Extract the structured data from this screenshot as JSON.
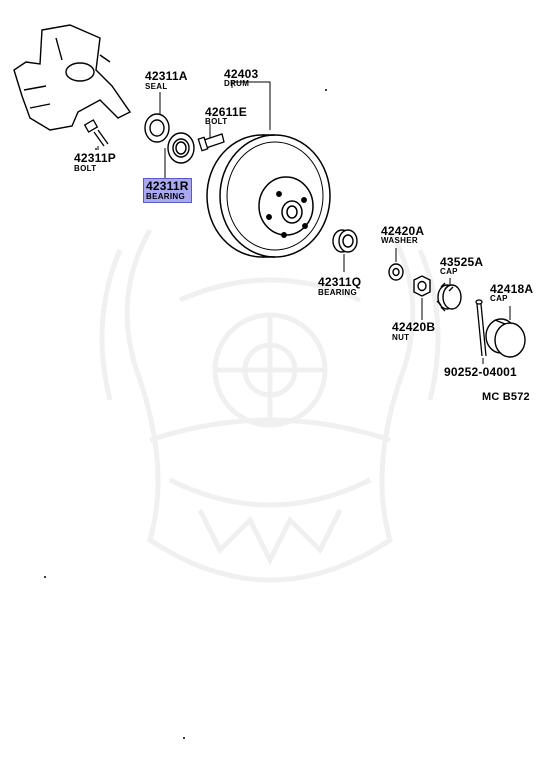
{
  "diagram": {
    "code": "MC  B572",
    "parts": [
      {
        "number": "42311A",
        "name": "SEAL"
      },
      {
        "number": "42403",
        "name": "DRUM"
      },
      {
        "number": "42611E",
        "name": "BOLT"
      },
      {
        "number": "42311P",
        "name": "BOLT"
      },
      {
        "number": "42311R",
        "name": "BEARING",
        "highlighted": true
      },
      {
        "number": "42420A",
        "name": "WASHER"
      },
      {
        "number": "43525A",
        "name": "CAP"
      },
      {
        "number": "42418A",
        "name": "CAP"
      },
      {
        "number": "42311Q",
        "name": "BEARING"
      },
      {
        "number": "42420B",
        "name": "NUT"
      },
      {
        "number": "90252-04001",
        "name": ""
      }
    ],
    "highlight_color": "#a9a9f2"
  }
}
